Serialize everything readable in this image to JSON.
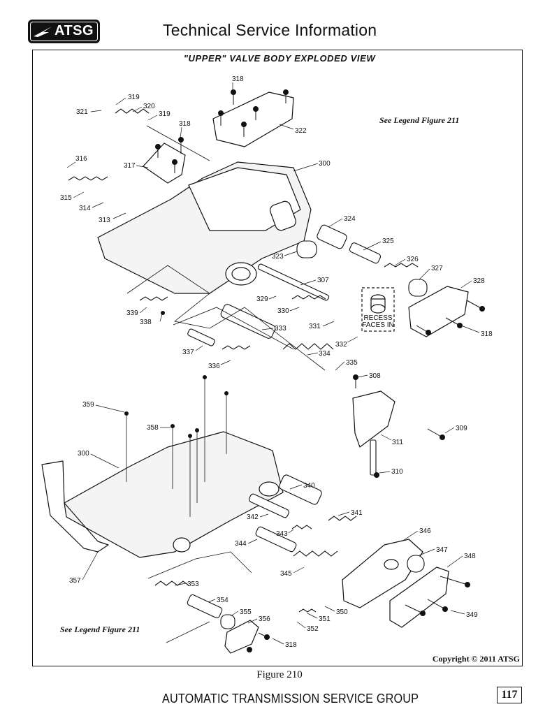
{
  "header": {
    "logo_text": "ATSG",
    "title": "Technical Service Information"
  },
  "diagram": {
    "title": "\"UPPER\" VALVE BODY EXPLODED VIEW",
    "legend_top": "See Legend Figure 211",
    "legend_bottom": "See Legend Figure 211",
    "recess_note": [
      "RECESS",
      "FACES IN"
    ],
    "copyright": "Copyright © 2011 ATSG",
    "part_labels": [
      "318",
      "319",
      "320",
      "321",
      "319",
      "322",
      "318",
      "316",
      "317",
      "300",
      "315",
      "314",
      "313",
      "324",
      "325",
      "323",
      "326",
      "327",
      "307",
      "328",
      "329",
      "330",
      "339",
      "338",
      "331",
      "333",
      "332",
      "318",
      "337",
      "334",
      "336",
      "335",
      "308",
      "359",
      "358",
      "309",
      "311",
      "300",
      "310",
      "340",
      "341",
      "342",
      "343",
      "344",
      "346",
      "347",
      "348",
      "345",
      "357",
      "353",
      "354",
      "355",
      "351",
      "350",
      "349",
      "356",
      "352",
      "318"
    ]
  },
  "figure_caption": "Figure 210",
  "footer": {
    "organization": "AUTOMATIC TRANSMISSION SERVICE GROUP",
    "page_number": "117"
  }
}
